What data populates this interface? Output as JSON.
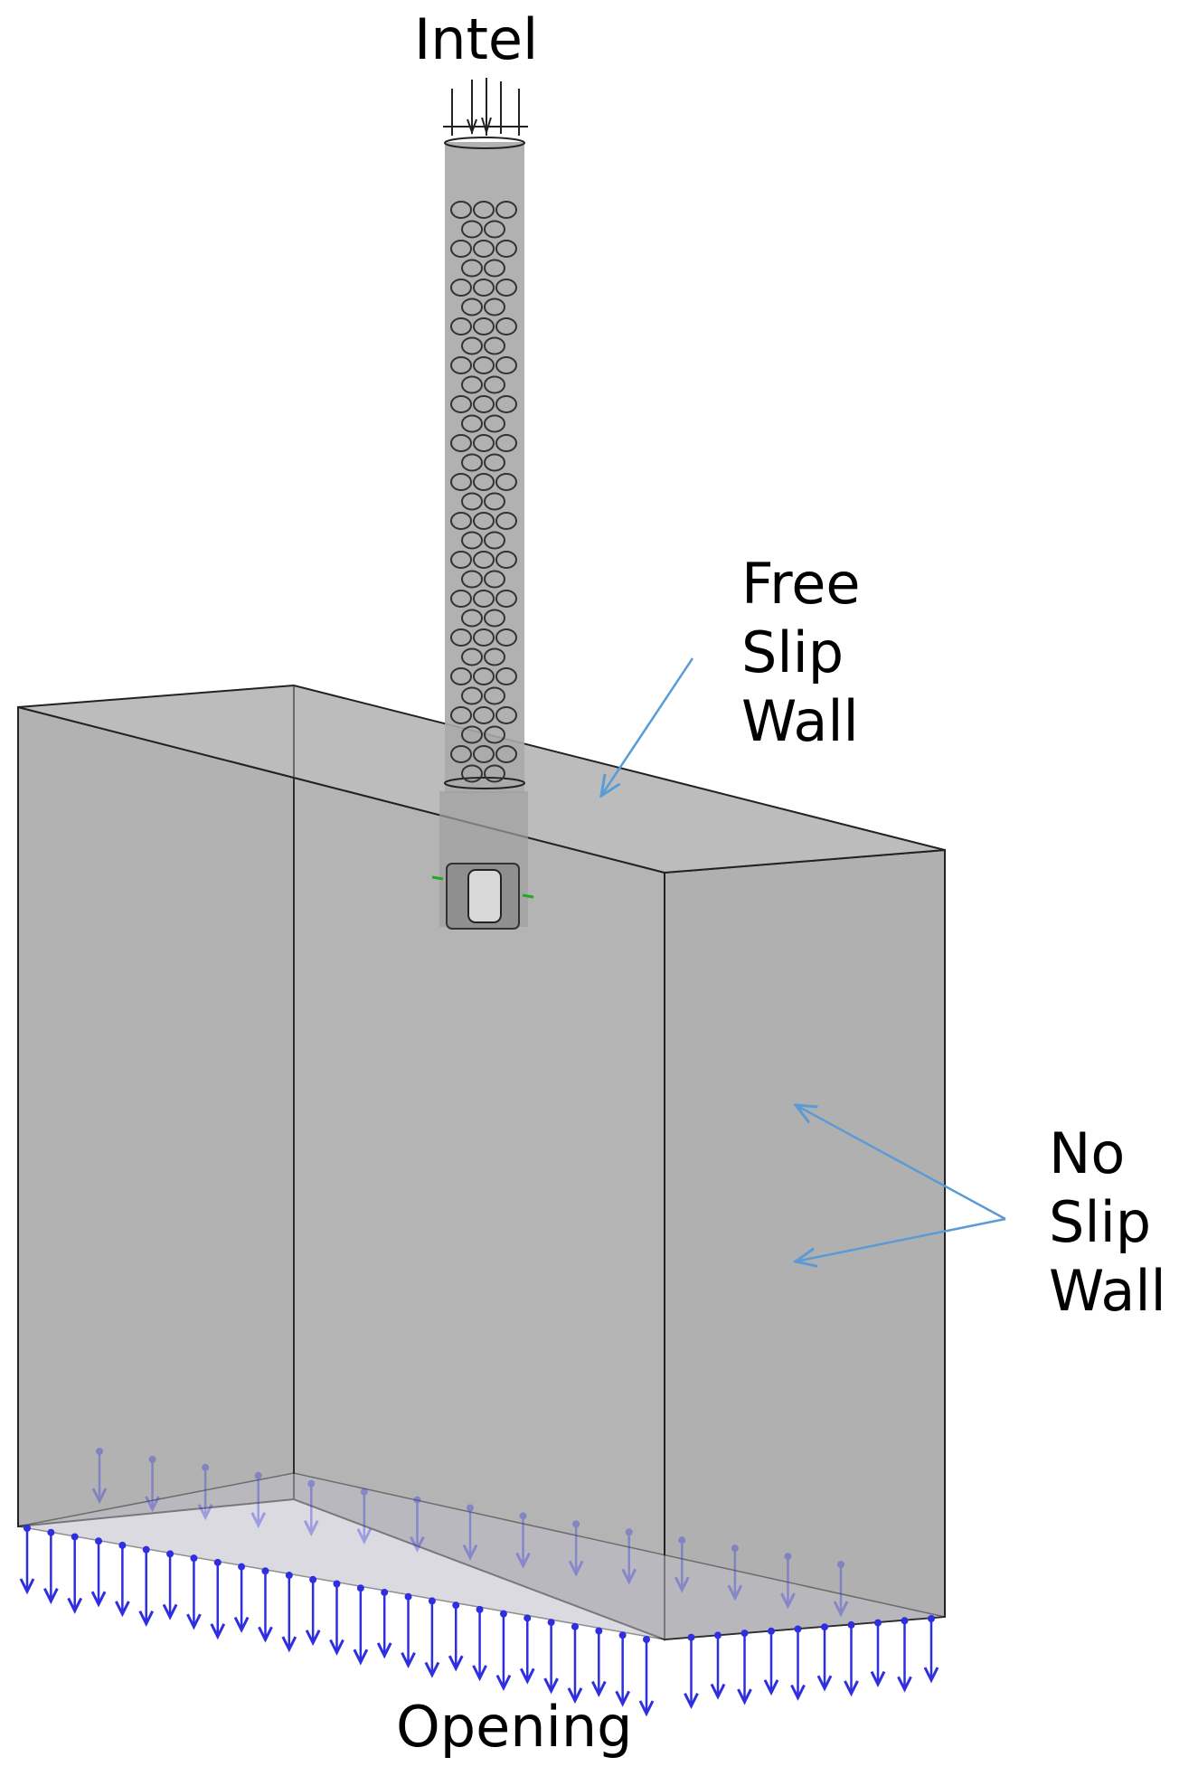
{
  "labels": {
    "inlet": "Intel",
    "free_slip": [
      "Free",
      "Slip",
      "Wall"
    ],
    "no_slip": [
      "No",
      "Slip",
      "Wall"
    ],
    "opening": "Opening"
  },
  "colors": {
    "box_fill": "#b3b3b3",
    "box_edge": "#222222",
    "pipe_fill": "#a6a6a6",
    "annotation_arrow": "#5b9bd5",
    "opening_arrow": "#2f2fe0",
    "background": "#ffffff"
  }
}
